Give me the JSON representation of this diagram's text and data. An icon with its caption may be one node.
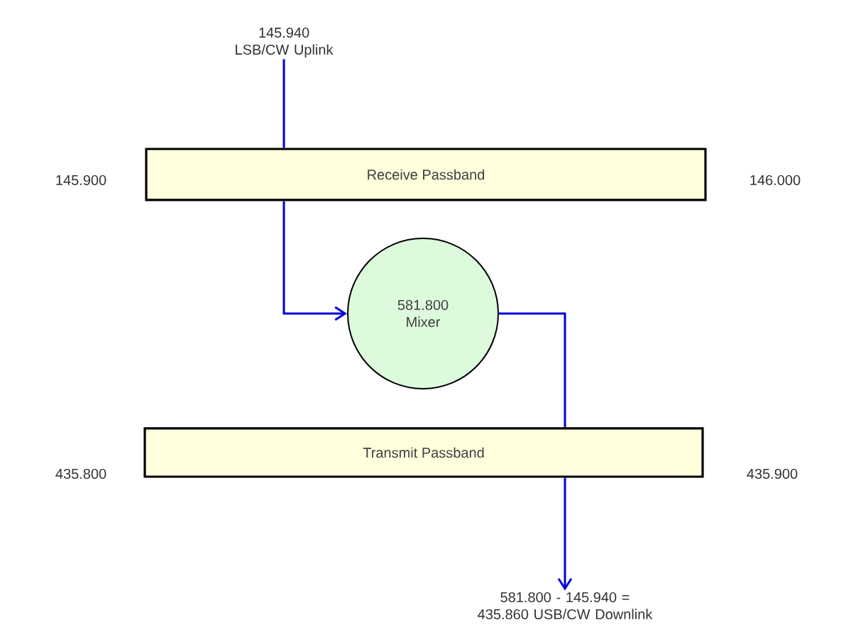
{
  "diagram": {
    "nodes": [
      {
        "text": [
          "145.940 LSB/CW Uplink"
        ]
      },
      {
        "text": [
          "Receive Passband"
        ],
        "beside": [
          "145.900",
          "146.000"
        ]
      },
      {
        "text": [
          "581.800 Mixer"
        ]
      },
      {
        "text": [
          "Transmit Passband"
        ],
        "beside": [
          "435.800",
          "435.900"
        ]
      },
      {
        "text": [
          "581.800 - 145.940 = 435.860 USB/CW Downlink"
        ]
      }
    ],
    "edges": [
      {
        "from": 0,
        "to": 1,
        "arrow": "none"
      },
      {
        "from": 1,
        "to": 2,
        "arrow": "to"
      },
      {
        "from": 2,
        "to": 3,
        "arrow": "none"
      },
      {
        "from": 3,
        "to": 4,
        "arrow": "to"
      }
    ]
  }
}
